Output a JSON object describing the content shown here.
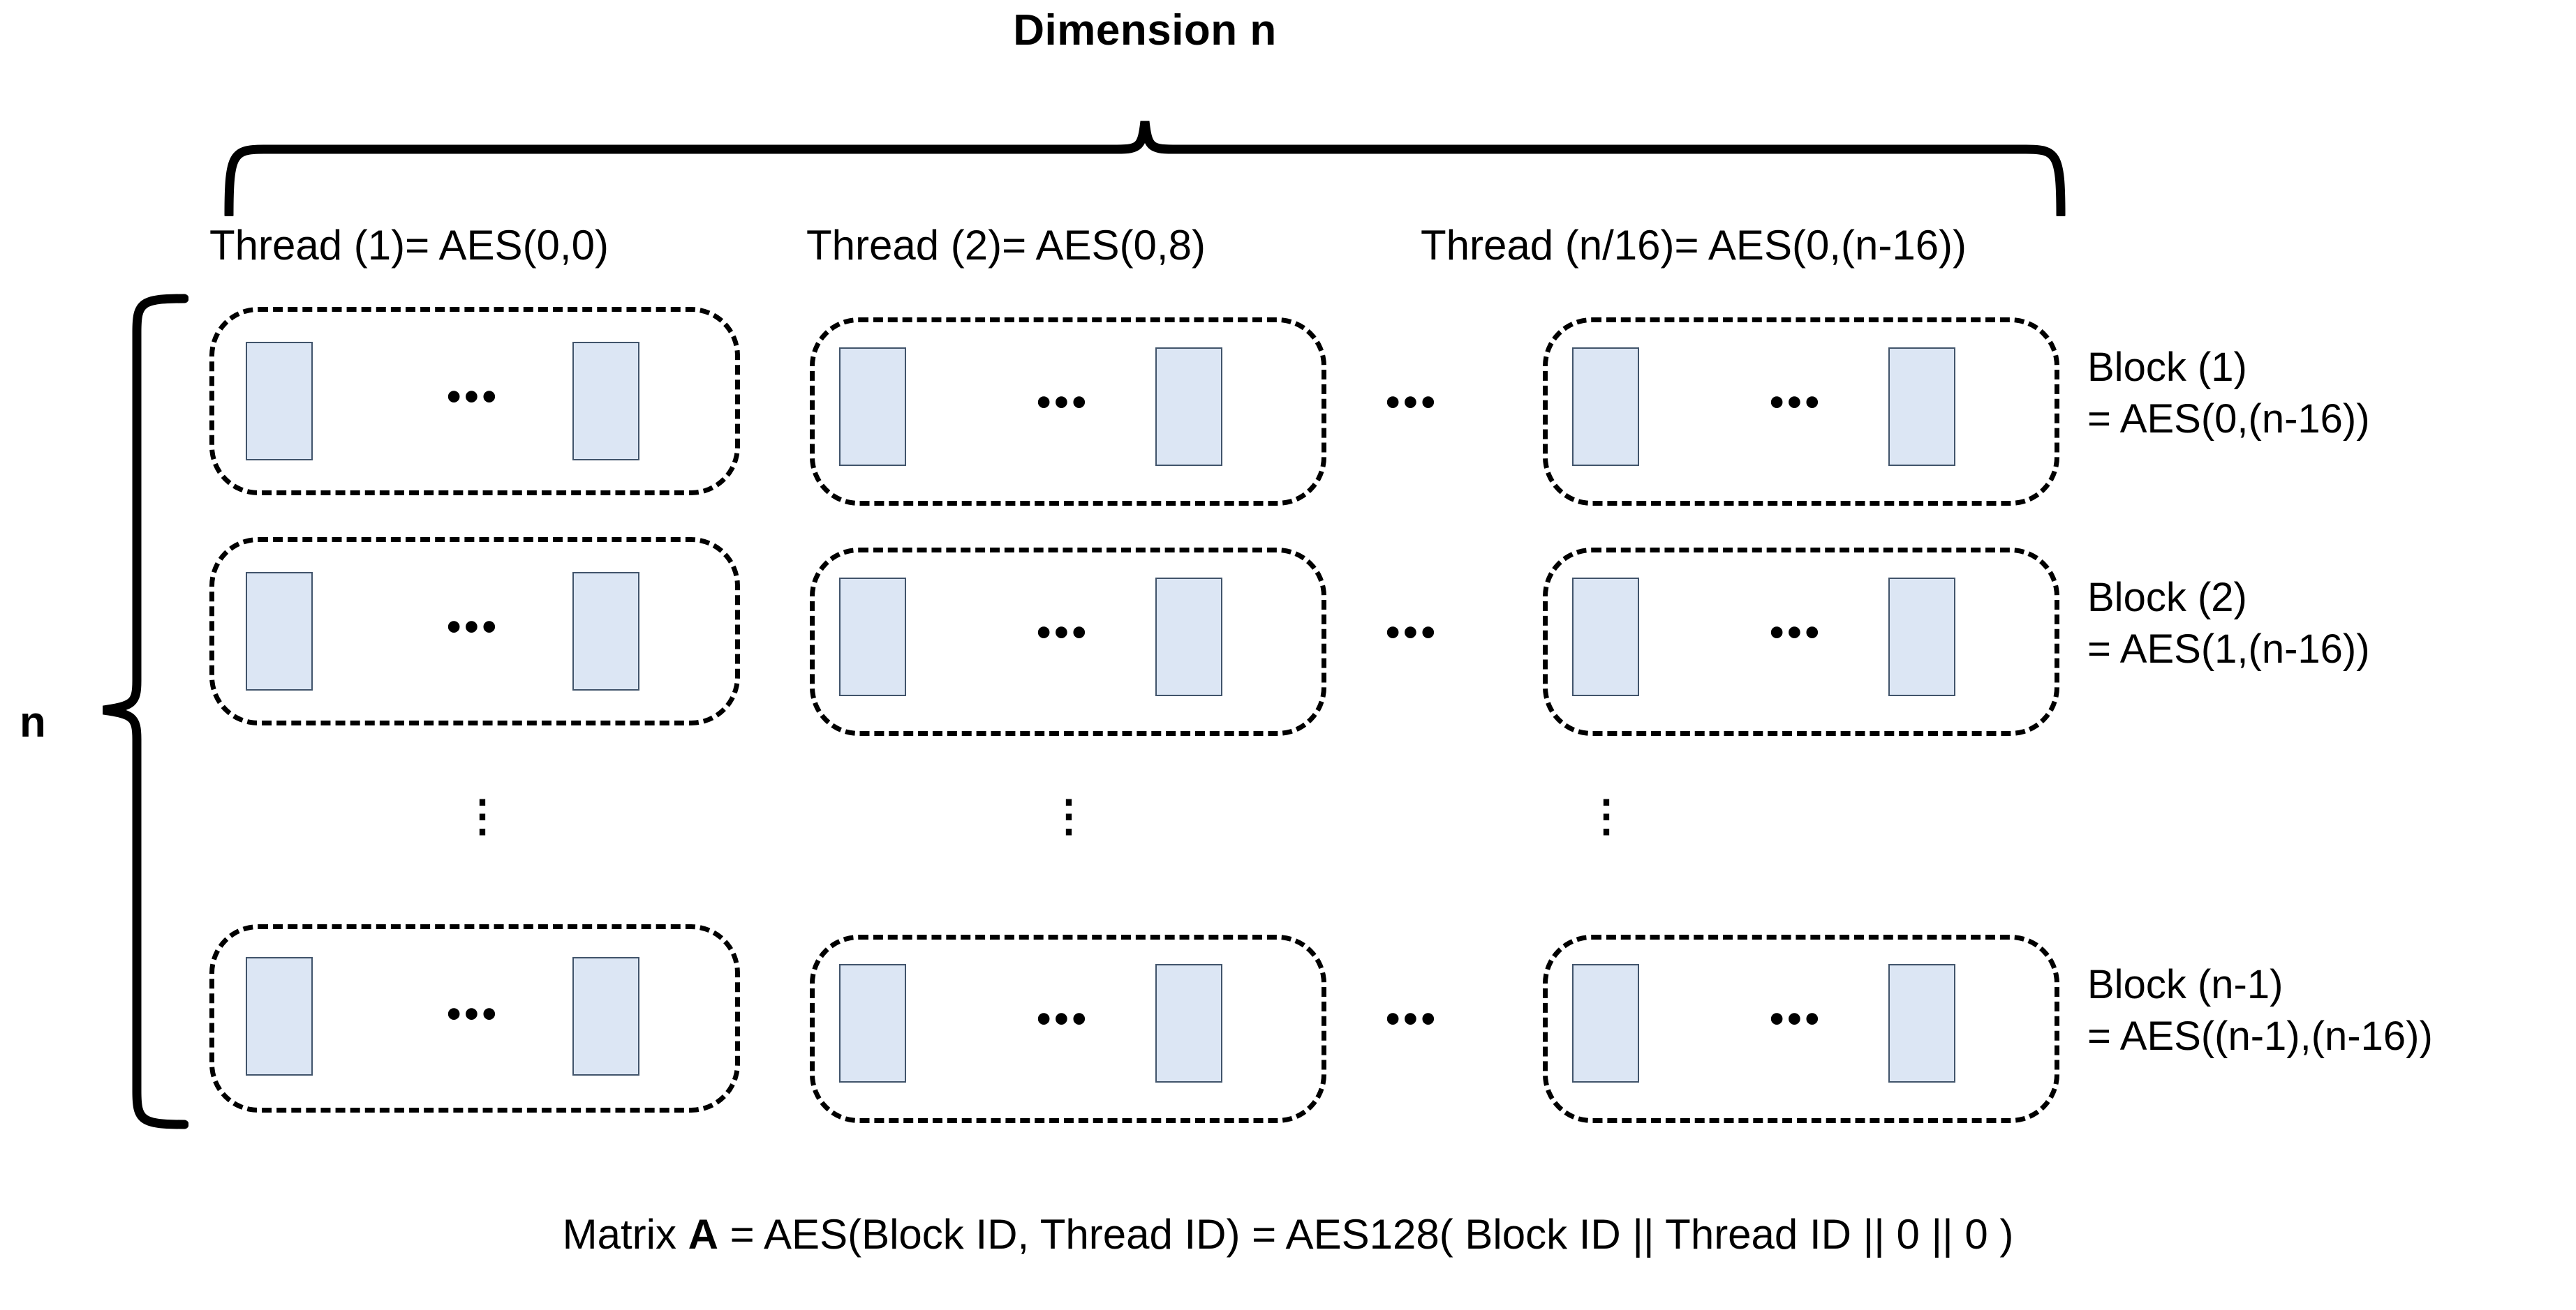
{
  "figure": {
    "top_title": "Dimension n",
    "left_axis_label": "n",
    "caption_prefix": "Matrix ",
    "caption_matrix_symbol": "A",
    "caption_suffix": " = AES(Block ID, Thread ID) = AES128( Block ID || Thread ID || 0 || 0 )",
    "caption_full": "Matrix A = AES(Block ID, Thread ID) = AES128( Block ID || Thread ID || 0 || 0 )"
  },
  "thread_columns": [
    {
      "label": "Thread (1)= AES(0,0)"
    },
    {
      "label": "Thread (2)= AES(0,8)"
    },
    {
      "label": "Thread (n/16)= AES(0,(n-16))"
    }
  ],
  "block_rows": [
    {
      "line1": "Block (1)",
      "line2": "= AES(0,(n-16))"
    },
    {
      "line1": "Block (2)",
      "line2": "= AES(1,(n-16))"
    },
    {
      "line1": "Block (n-1)",
      "line2": "= AES((n-1),(n-16))"
    }
  ],
  "ellipsis": {
    "horizontal": "•••",
    "vertical": "⋮"
  },
  "colors": {
    "cell_fill": "#dce6f4",
    "cell_stroke": "#41546b",
    "line": "#000000",
    "background": "#ffffff"
  }
}
